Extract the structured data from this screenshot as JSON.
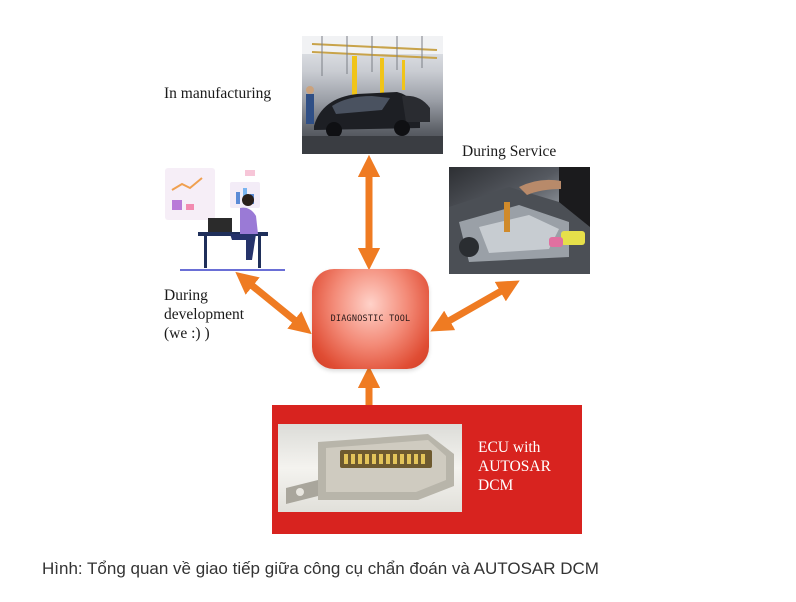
{
  "diagram": {
    "labels": {
      "manufacturing": "In manufacturing",
      "service": "During Service",
      "development": [
        "During",
        "development",
        "(we :) )"
      ]
    },
    "center_node": "DIAGNOSTIC TOOL",
    "ecu": {
      "label_lines": [
        "ECU with",
        "AUTOSAR",
        "DCM"
      ],
      "box_color": "#d8231f"
    },
    "arrow_color": "#ef7b22",
    "images": [
      {
        "name": "factory-photo",
        "depicts": "car assembly line"
      },
      {
        "name": "service-photo",
        "depicts": "mechanic servicing engine"
      },
      {
        "name": "developer-illustration",
        "depicts": "developer at laptop"
      },
      {
        "name": "ecu-photo",
        "depicts": "ECU unit with connector"
      }
    ]
  },
  "caption": "Hình: Tổng quan về giao tiếp giữa công cụ chẩn đoán và AUTOSAR DCM"
}
